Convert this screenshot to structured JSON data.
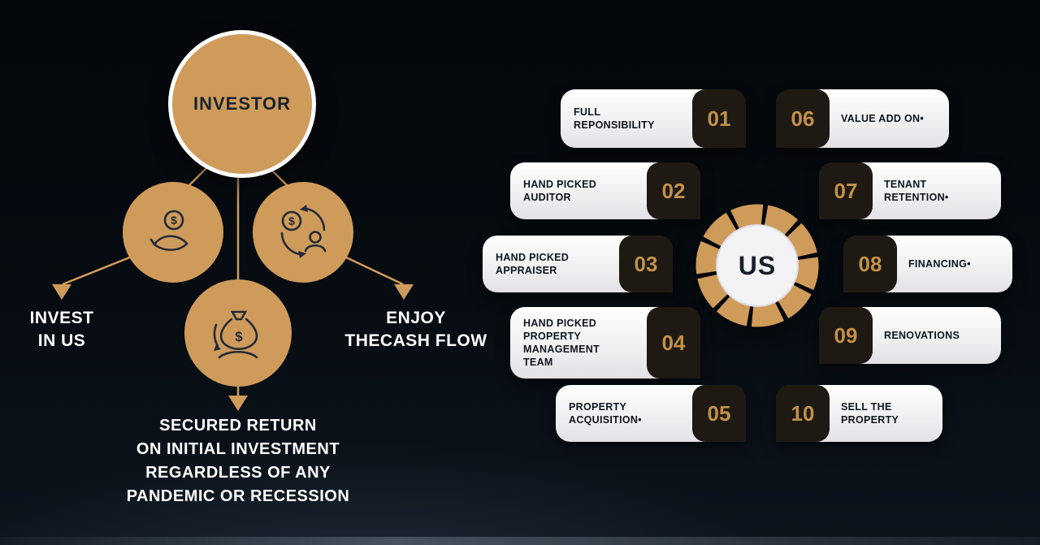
{
  "colors": {
    "tan_accent": "#cf9b5b",
    "number_gold": "#c2904a",
    "badge_dark": "#1e1913",
    "background": "#070c12",
    "card_white": "#ffffff"
  },
  "left_diagram": {
    "investor_label": "INVESTOR",
    "invest_label": "INVEST\nIN US",
    "enjoy_label": "ENJOY\nTHECASH FLOW",
    "secured_label": "SECURED RETURN\nON INITIAL INVESTMENT\nREGARDLESS OF ANY\nPANDEMIC OR RECESSION"
  },
  "right_diagram": {
    "center_label": "US",
    "items": [
      {
        "number": "01",
        "label": "FULL\nREPONSIBILITY",
        "side": "left"
      },
      {
        "number": "02",
        "label": "HAND PICKED\nAUDITOR",
        "side": "left"
      },
      {
        "number": "03",
        "label": "HAND PICKED\nAPPRAISER",
        "side": "left"
      },
      {
        "number": "04",
        "label": "HAND PICKED\nPROPERTY\nMANAGEMENT\nTEAM",
        "side": "left"
      },
      {
        "number": "05",
        "label": "PROPERTY\nACQUISITION•",
        "side": "left"
      },
      {
        "number": "06",
        "label": "VALUE ADD ON•",
        "side": "right"
      },
      {
        "number": "07",
        "label": "TENANT\nRETENTION•",
        "side": "right"
      },
      {
        "number": "08",
        "label": "FINANCING•",
        "side": "right"
      },
      {
        "number": "09",
        "label": "RENOVATIONS",
        "side": "right"
      },
      {
        "number": "10",
        "label": "SELL THE\nPROPERTY",
        "side": "right"
      }
    ]
  }
}
